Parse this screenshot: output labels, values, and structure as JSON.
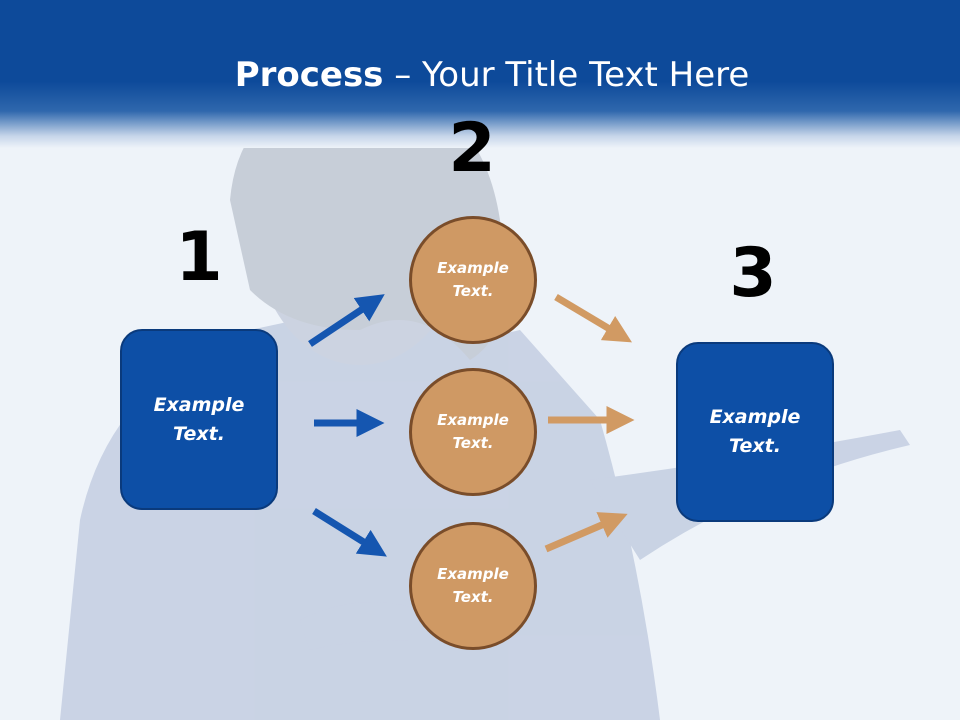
{
  "header": {
    "title_bold": "Process",
    "title_rest": " – Your Title Text Here"
  },
  "steps": [
    {
      "number": "1",
      "label": "Example\nText."
    },
    {
      "number": "2",
      "items": [
        {
          "label": "Example\nText."
        },
        {
          "label": "Example\nText."
        },
        {
          "label": "Example\nText."
        }
      ]
    },
    {
      "number": "3",
      "label": "Example\nText."
    }
  ],
  "colors": {
    "header": "#0d4a9a",
    "box": "#0d4fa6",
    "circle": "#cf9964",
    "arrow_in": "#1556b0",
    "arrow_out": "#d19a63"
  }
}
